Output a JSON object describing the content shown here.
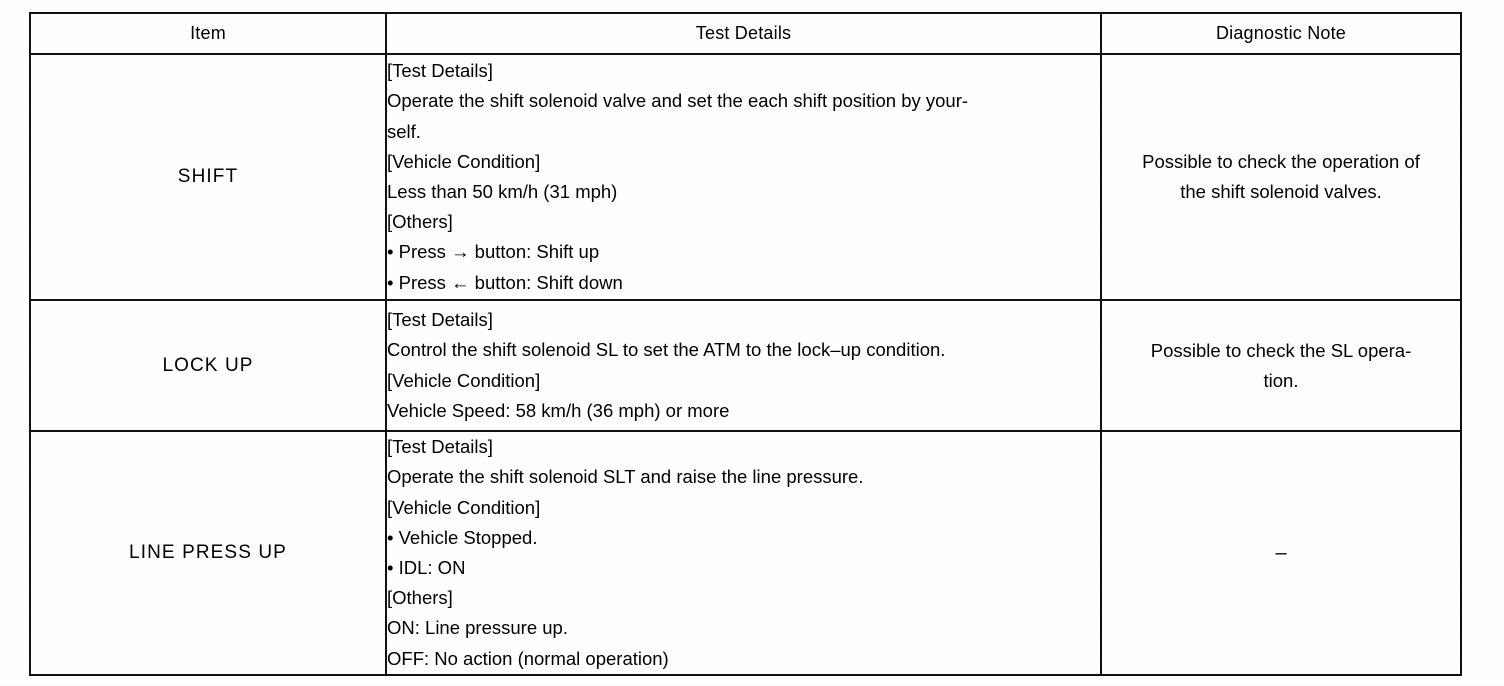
{
  "table": {
    "columns": [
      {
        "key": "item",
        "label": "Item"
      },
      {
        "key": "details",
        "label": "Test Details"
      },
      {
        "key": "note",
        "label": "Diagnostic Note"
      }
    ],
    "rows": [
      {
        "item": "SHIFT",
        "details_lines": [
          "[Test Details]",
          "Operate the shift solenoid valve and set the each shift position by your-",
          "self.",
          "[Vehicle Condition]",
          "Less than 50 km/h (31 mph)",
          "[Others]",
          "• Press → button: Shift up",
          "• Press ← button: Shift down"
        ],
        "note_lines": [
          "Possible to check the operation of",
          "the shift solenoid valves."
        ]
      },
      {
        "item": "LOCK UP",
        "details_lines": [
          "[Test Details]",
          "Control the shift solenoid SL to set the ATM to the lock–up condition.",
          "[Vehicle Condition]",
          "Vehicle Speed: 58 km/h (36 mph) or more"
        ],
        "note_lines": [
          "Possible to check the SL opera-",
          "tion."
        ]
      },
      {
        "item": "LINE PRESS UP",
        "details_lines": [
          "[Test Details]",
          "Operate the shift solenoid SLT and raise the line pressure.",
          "[Vehicle Condition]",
          "• Vehicle Stopped.",
          "• IDL: ON",
          "[Others]",
          "ON: Line pressure up.",
          "OFF: No action (normal operation)"
        ],
        "note_lines": [
          "–"
        ]
      }
    ]
  },
  "colors": {
    "ink": "#111111",
    "paper": "#ffffff"
  }
}
